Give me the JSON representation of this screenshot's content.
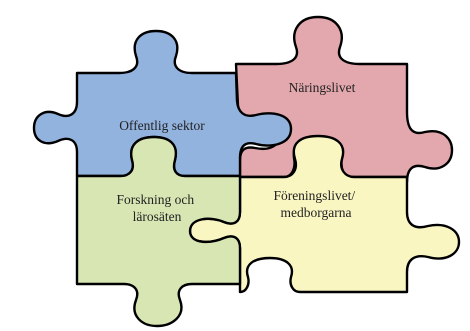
{
  "diagram": {
    "pieces": [
      {
        "id": "naringslivet",
        "lines": [
          "Näringslivet"
        ],
        "color": "#e3a8ae"
      },
      {
        "id": "offentlig-sektor",
        "lines": [
          "Offentlig sektor"
        ],
        "color": "#93b3df"
      },
      {
        "id": "foreningslivet",
        "lines": [
          "Föreningslivet/",
          "medborgarna"
        ],
        "color": "#f9f6c2"
      },
      {
        "id": "forskning",
        "lines": [
          "Forskning och",
          "lärosäten"
        ],
        "color": "#d8e6b4"
      }
    ]
  }
}
